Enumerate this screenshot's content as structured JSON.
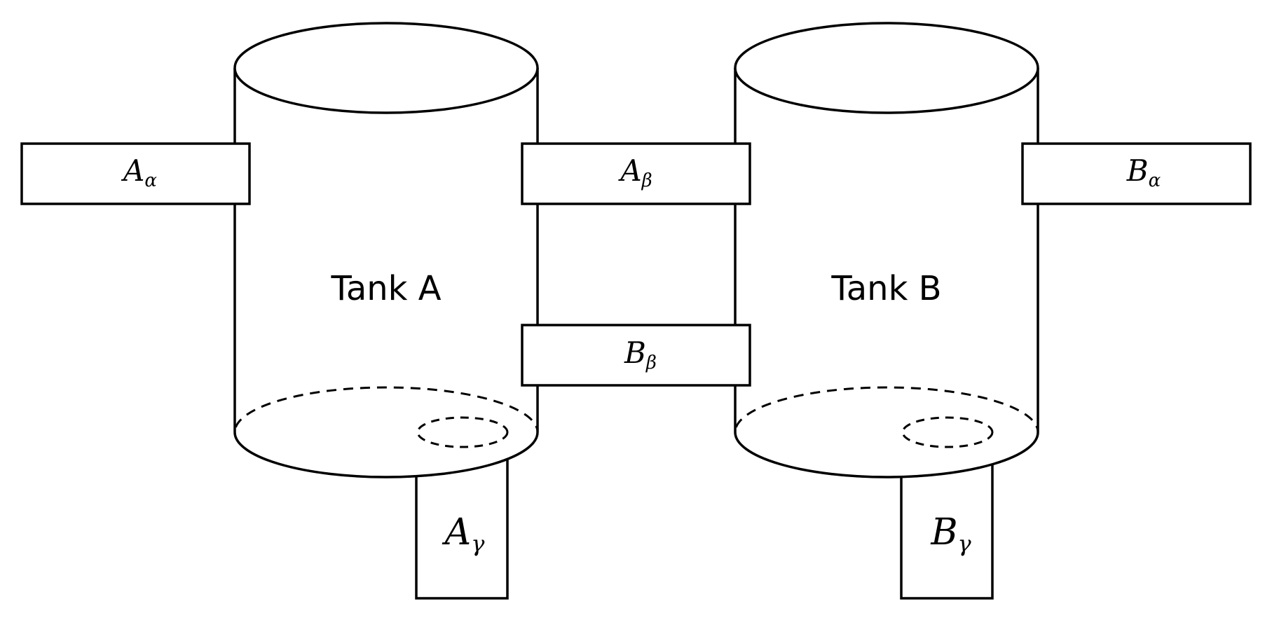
{
  "tanks": [
    {
      "id": "A",
      "label": "Tank A"
    },
    {
      "id": "B",
      "label": "Tank B"
    }
  ],
  "pipes": [
    {
      "id": "A_alpha",
      "main": "A",
      "sub": "α"
    },
    {
      "id": "A_beta",
      "main": "A",
      "sub": "β"
    },
    {
      "id": "B_alpha",
      "main": "B",
      "sub": "α"
    },
    {
      "id": "B_beta",
      "main": "B",
      "sub": "β"
    },
    {
      "id": "A_gamma",
      "main": "A",
      "sub": "γ"
    },
    {
      "id": "B_gamma",
      "main": "B",
      "sub": "γ"
    }
  ],
  "colors": {
    "stroke": "#000000",
    "fill": "#ffffff"
  }
}
